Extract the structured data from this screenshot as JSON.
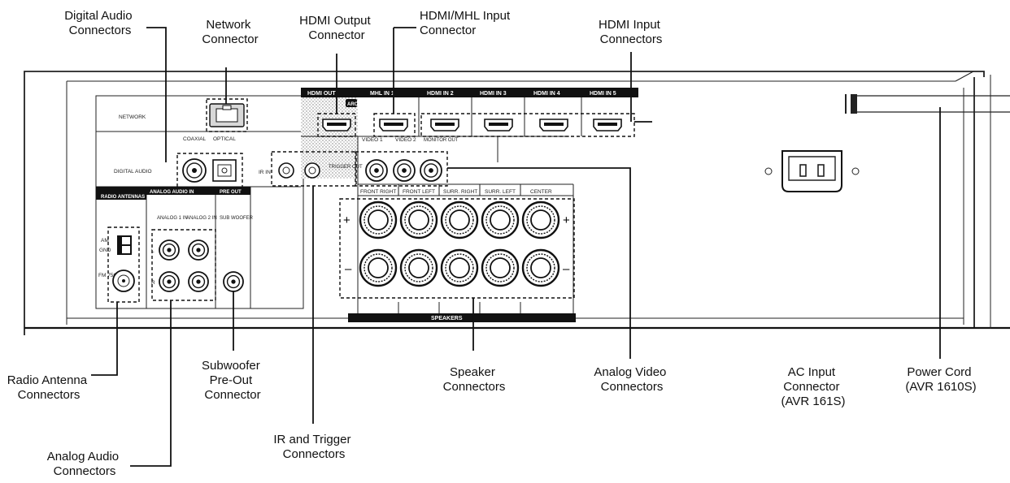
{
  "callouts": {
    "digital_audio": [
      "Digital Audio",
      "Connectors"
    ],
    "network": [
      "Network",
      "Connector"
    ],
    "hdmi_output": [
      "HDMI Output",
      "Connector"
    ],
    "hdmi_mhl_input": [
      "HDMI/MHL Input",
      "Connector"
    ],
    "hdmi_inputs": [
      "HDMI Input",
      "Connectors"
    ],
    "radio_antenna": [
      "Radio Antenna",
      "Connectors"
    ],
    "subwoofer": [
      "Subwoofer",
      "Pre-Out",
      "Connector"
    ],
    "speaker": [
      "Speaker",
      "Connectors"
    ],
    "analog_video": [
      "Analog Video",
      "Connectors"
    ],
    "ac_input": [
      "AC Input",
      "Connector",
      "(AVR 161S)"
    ],
    "power_cord": [
      "Power Cord",
      "(AVR 1610S)"
    ],
    "analog_audio": [
      "Analog Audio",
      "Connectors"
    ],
    "ir_trigger": [
      "IR and Trigger",
      "Connectors"
    ]
  },
  "panel": {
    "network": "NETWORK",
    "digital_audio": "DIGITAL AUDIO",
    "coaxial": "COAXIAL",
    "optical": "OPTICAL",
    "hdmi_out": "HDMI OUT",
    "arc": "ARC",
    "hdmi_in_1": "MHL IN 1",
    "hdmi_in_2": "HDMI IN 2",
    "hdmi_in_3": "HDMI IN 3",
    "hdmi_in_4": "HDMI IN 4",
    "hdmi_in_5": "HDMI IN 5",
    "ir_in": "IR IN",
    "trigger_out": "TRIGGER OUT",
    "video_1": "VIDEO 1",
    "video_2": "VIDEO 2",
    "monitor_out": "MONITOR OUT",
    "radio_antennas": "RADIO ANTENNAS",
    "analog_audio_in": "ANALOG AUDIO IN",
    "pre_out": "PRE OUT",
    "analog_1_in": "ANALOG 1 IN",
    "analog_2_in": "ANALOG 2 IN",
    "sub_woofer": "SUB WOOFER",
    "am": "AM",
    "gnd": "GND",
    "fm_75": "FM 75Ω",
    "ch_l": "L",
    "ch_r": "R",
    "front_right": "FRONT RIGHT",
    "front_left": "FRONT LEFT",
    "surr_right": "SURR. RIGHT",
    "surr_left": "SURR. LEFT",
    "center": "CENTER",
    "plus": "+",
    "minus": "–",
    "speakers": "SPEAKERS"
  }
}
